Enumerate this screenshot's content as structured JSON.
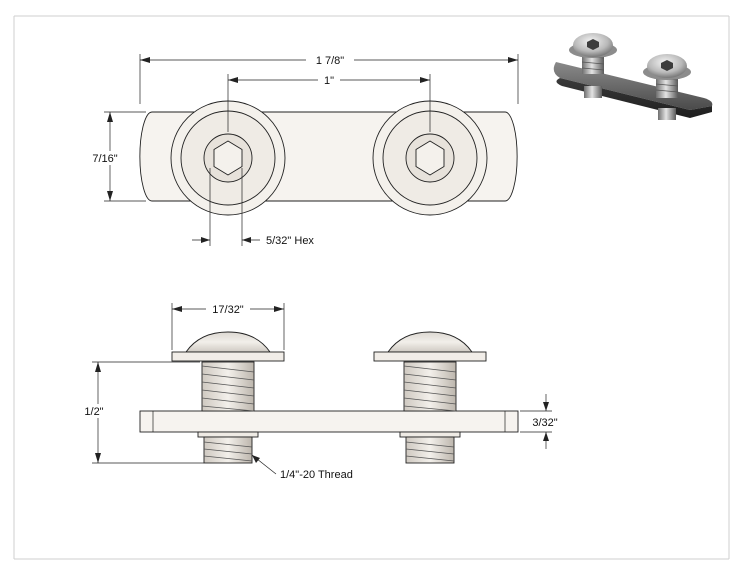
{
  "dimensions": {
    "overall_length": "1 7/8\"",
    "hole_spacing": "1\"",
    "plate_width": "7/16\"",
    "hex_size": "5/32\" Hex",
    "head_diameter": "17/32\"",
    "screw_length": "1/2\"",
    "plate_thickness": "3/32\"",
    "thread_spec": "1/4\"-20 Thread"
  },
  "colors": {
    "line": "#222222",
    "part_fill": "#f4f1ec",
    "plate_fill": "#f6f3ef",
    "frame": "#cfcfcf"
  }
}
